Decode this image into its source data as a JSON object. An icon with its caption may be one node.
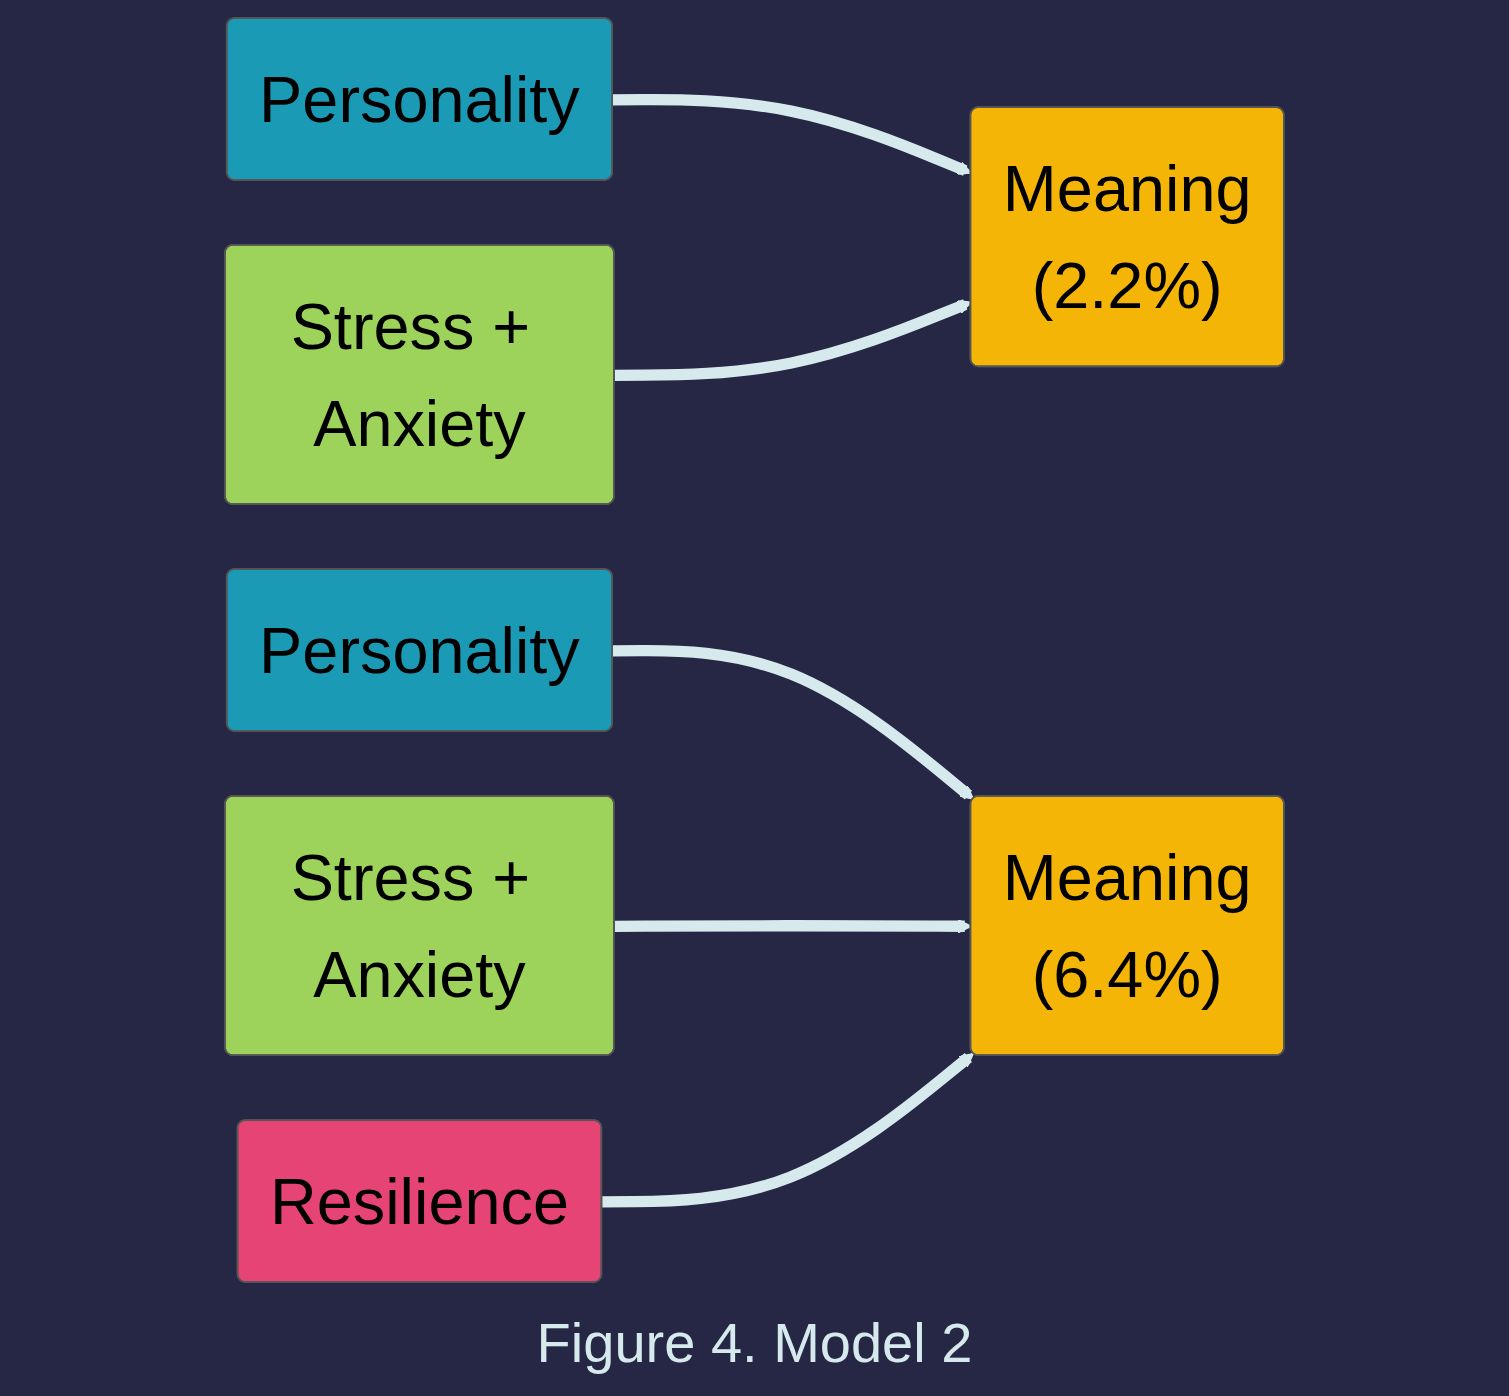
{
  "diagram": {
    "caption": "Figure 4. Model 2",
    "nodes": [
      {
        "text": [
          "Personality"
        ]
      },
      {
        "text": [
          "Stress + Anxiety"
        ]
      },
      {
        "text": [
          "Meaning",
          "(2.2%)"
        ]
      },
      {
        "text": [
          "Personality"
        ]
      },
      {
        "text": [
          "Stress + Anxiety"
        ]
      },
      {
        "text": [
          "Resilience"
        ]
      },
      {
        "text": [
          "Meaning",
          "(6.4%)"
        ]
      }
    ],
    "edges": [
      {
        "from": 0,
        "to": 2,
        "arrow": "to"
      },
      {
        "from": 1,
        "to": 2,
        "arrow": "to"
      },
      {
        "from": 3,
        "to": 6,
        "arrow": "to"
      },
      {
        "from": 4,
        "to": 6,
        "arrow": "to"
      },
      {
        "from": 5,
        "to": 6,
        "arrow": "to"
      }
    ]
  }
}
